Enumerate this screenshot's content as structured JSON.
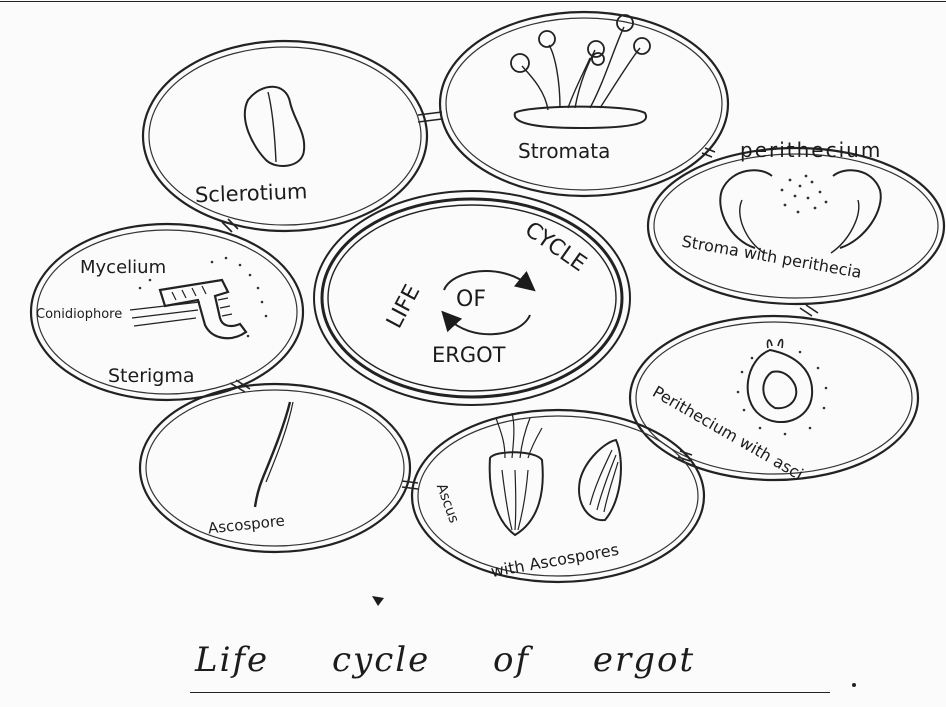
{
  "diagram": {
    "center": {
      "line1": "LIFE",
      "line2": "CYCLE",
      "line3": "OF",
      "line4": "ERGOT"
    },
    "stages": {
      "sclerotium": "Sclerotium",
      "stromata": "Stromata",
      "perithecium_label": "perithecium",
      "stroma_with_perithecia": "Stroma with perithecia",
      "perithecium_with_asci": "Perithecium with asci",
      "ascus_label": "Ascus",
      "with_ascospores": "with Ascospores",
      "ascospore": "Ascospore",
      "mycelium": "Mycelium",
      "conidiophore": "Conidiophore",
      "sterigma": "Sterigma"
    },
    "title": "Life cycle of ergot"
  }
}
